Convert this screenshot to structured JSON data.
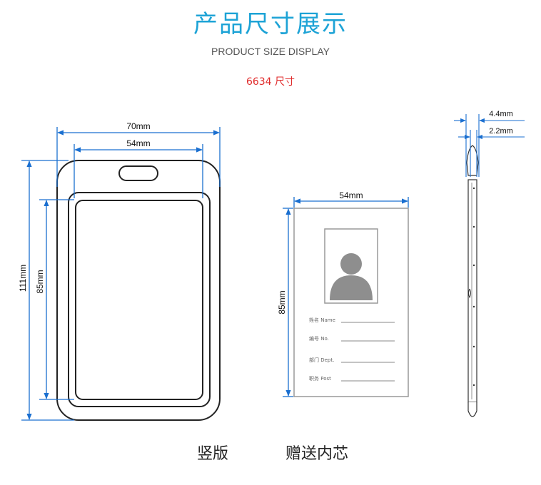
{
  "header": {
    "title": "产品尺寸展示",
    "subtitle": "PRODUCT SIZE DISPLAY",
    "model": "6634 尺寸"
  },
  "holder": {
    "outer_width": "70mm",
    "inner_width": "54mm",
    "outer_height": "111mm",
    "inner_height": "85mm"
  },
  "card": {
    "width": "54mm",
    "height": "85mm",
    "fields": [
      {
        "label": "姓名 Name"
      },
      {
        "label": "编号 No."
      },
      {
        "label": "部门 Dept."
      },
      {
        "label": "职务 Post"
      }
    ]
  },
  "side": {
    "outer_thickness": "4.4mm",
    "inner_thickness": "2.2mm"
  },
  "captions": {
    "vertical": "竖版",
    "insert": "赠送内芯"
  },
  "colors": {
    "title": "#1da3d6",
    "model": "#e02a2a",
    "dimension": "#1a6fd0"
  }
}
